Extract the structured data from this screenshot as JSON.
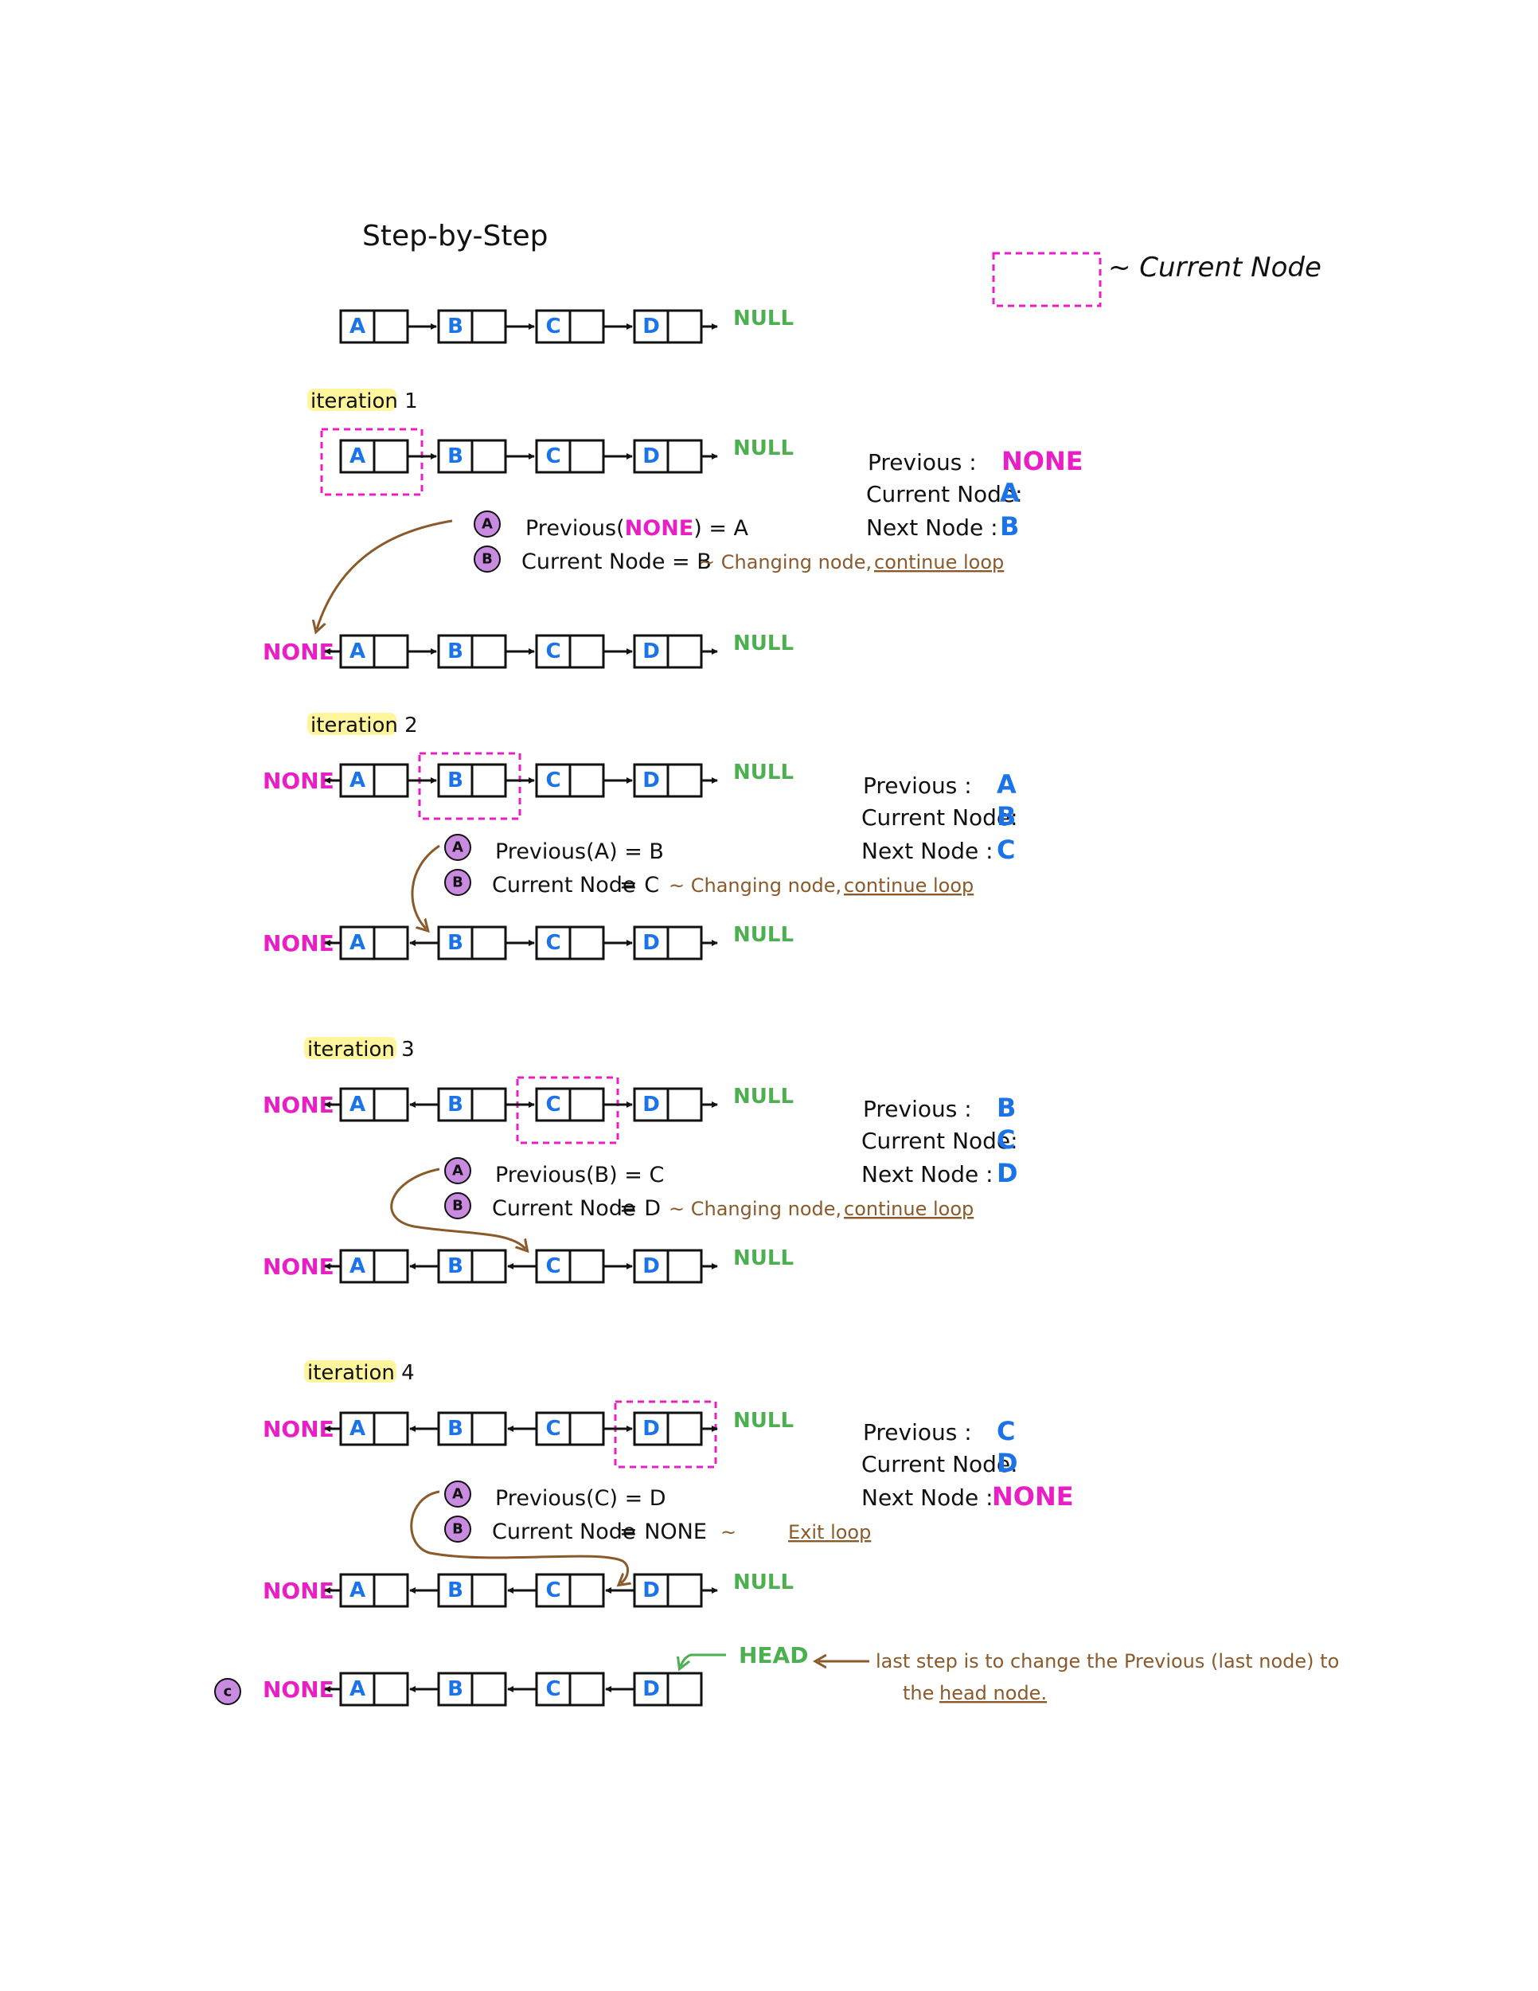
{
  "colors": {
    "node_letter": "#1a73e8",
    "null": "#4caf50",
    "none": "#e91ec4",
    "current_box": "#e91ec4",
    "note": "#8b5a2b",
    "badge_fill": "#c98be0",
    "highlight": "#fff59d",
    "ink": "#111111"
  },
  "title": "Step-by-Step",
  "legend_label": "~ Current Node",
  "null_label": "NULL",
  "none_label": "NONE",
  "head_label": "HEAD",
  "badges": {
    "a": "A",
    "b": "B",
    "c": "c"
  },
  "nodes": [
    "A",
    "B",
    "C",
    "D"
  ],
  "iterations": [
    {
      "label": "iteration 1",
      "step_a_prefix": "Previous(",
      "step_a_none": "NONE",
      "step_a_suffix": ") = A",
      "step_b": "Current Node = B",
      "note_prefix": "~ Changing node,",
      "note_link": "continue loop",
      "state": {
        "previous_label": "Previous :",
        "previous": "NONE",
        "current_label": "Current Node:",
        "current": "A",
        "next_label": "Next Node :",
        "next": "B"
      }
    },
    {
      "label": "iteration 2",
      "step_a": "Previous(A)  = B",
      "step_b_label": "Current Node",
      "step_b_value": "= C",
      "note_prefix": "~ Changing node,",
      "note_link": "continue loop",
      "state": {
        "previous_label": "Previous :",
        "previous": "A",
        "current_label": "Current Node:",
        "current": "B",
        "next_label": "Next Node :",
        "next": "C"
      }
    },
    {
      "label": "iteration 3",
      "step_a": "Previous(B)  = C",
      "step_b_label": "Current Node",
      "step_b_value": "= D",
      "note_prefix": "~ Changing node,",
      "note_link": "continue loop",
      "state": {
        "previous_label": "Previous :",
        "previous": "B",
        "current_label": "Current Node:",
        "current": "C",
        "next_label": "Next Node :",
        "next": "D"
      }
    },
    {
      "label": "iteration 4",
      "step_a": "Previous(C)  = D",
      "step_b_label": "Current Node",
      "step_b_value": "= NONE",
      "note_prefix": "~",
      "note_link": "Exit loop",
      "state": {
        "previous_label": "Previous :",
        "previous": "C",
        "current_label": "Current Node:",
        "current": "D",
        "next_label": "Next Node :",
        "next": "NONE"
      }
    }
  ],
  "final_note": {
    "line1": "last step is to change the Previous (last node) to",
    "line2_prefix": "the",
    "line2_link": "head node."
  }
}
